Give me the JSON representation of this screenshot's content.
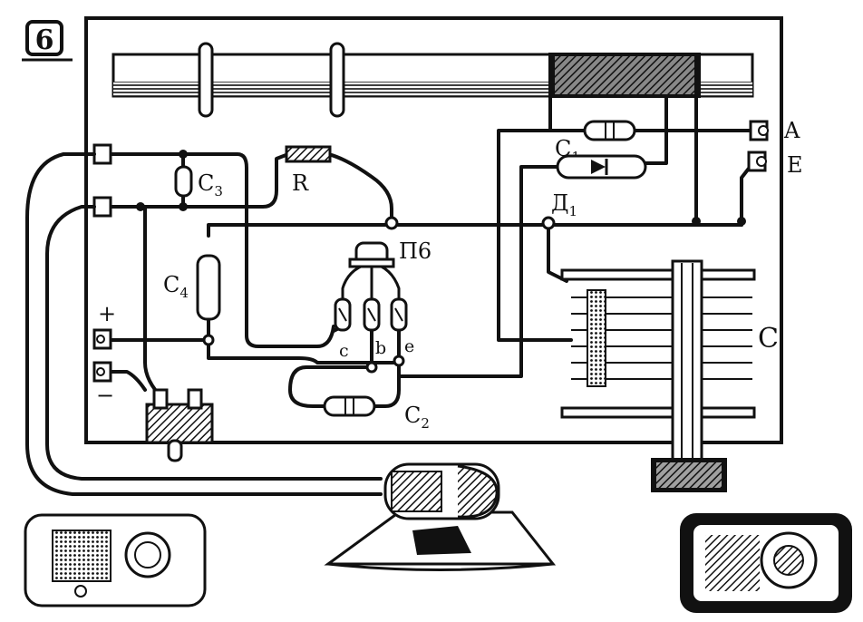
{
  "figure": {
    "number": "6"
  },
  "terminals": {
    "antenna": "A",
    "ground": "E",
    "plus": "+",
    "minus": "−"
  },
  "components": {
    "c1": {
      "base": "C",
      "sub": "1"
    },
    "c2": {
      "base": "C",
      "sub": "2"
    },
    "c3": {
      "base": "C",
      "sub": "3"
    },
    "c4": {
      "base": "C",
      "sub": "4"
    },
    "d1": {
      "base": "Д",
      "sub": "1"
    },
    "r": "R",
    "transistor": "П6",
    "variable_cap": "C"
  },
  "transistor_pins": {
    "collector": "c",
    "base": "b",
    "emitter": "e"
  },
  "colors": {
    "ink": "#111111",
    "paper": "#ffffff"
  }
}
